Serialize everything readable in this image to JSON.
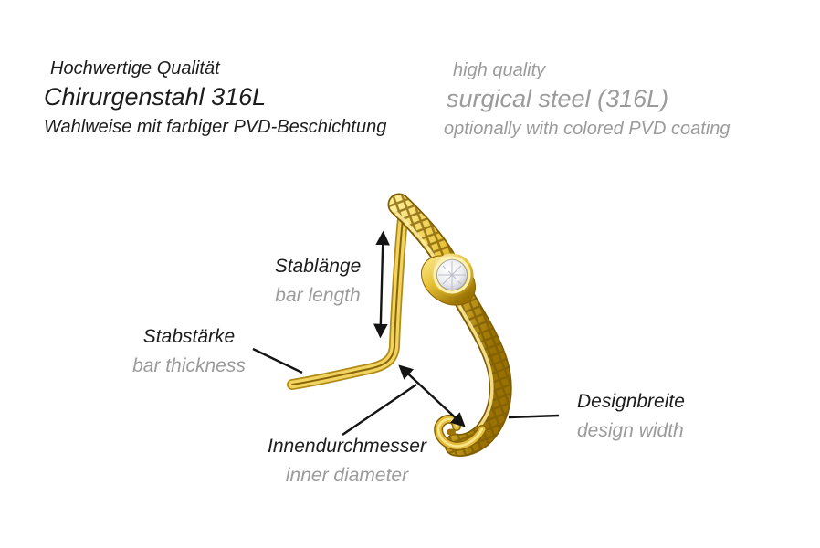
{
  "header": {
    "german": {
      "line1": "Hochwertige Qualität",
      "line2": "Chirurgenstahl 316L",
      "line3": "Wahlweise mit farbiger PVD-Beschichtung"
    },
    "english": {
      "line1": "high quality",
      "line2": "surgical steel (316L)",
      "line3": "optionally with colored PVD coating"
    }
  },
  "diagram": {
    "product": "gold-l-bend-nose-stud-with-crystal-and-quilted-band",
    "labels": {
      "bar_length": {
        "de": "Stablänge",
        "en": "bar length"
      },
      "bar_thickness": {
        "de": "Stabstärke",
        "en": "bar thickness"
      },
      "inner_diameter": {
        "de": "Innendurchmesser",
        "en": "inner diameter"
      },
      "design_width": {
        "de": "Designbreite",
        "en": "design width"
      }
    }
  },
  "colors": {
    "background": "#ffffff",
    "text_primary": "#1c1c1c",
    "text_secondary": "#9b9b9b",
    "annotation_line": "#141414",
    "gold_highlight": "#fdeb8e",
    "gold_mid": "#e9c33a",
    "gold_dark": "#9a7202",
    "gem_white": "#ffffff",
    "gem_shadow": "#b7b9c4"
  }
}
